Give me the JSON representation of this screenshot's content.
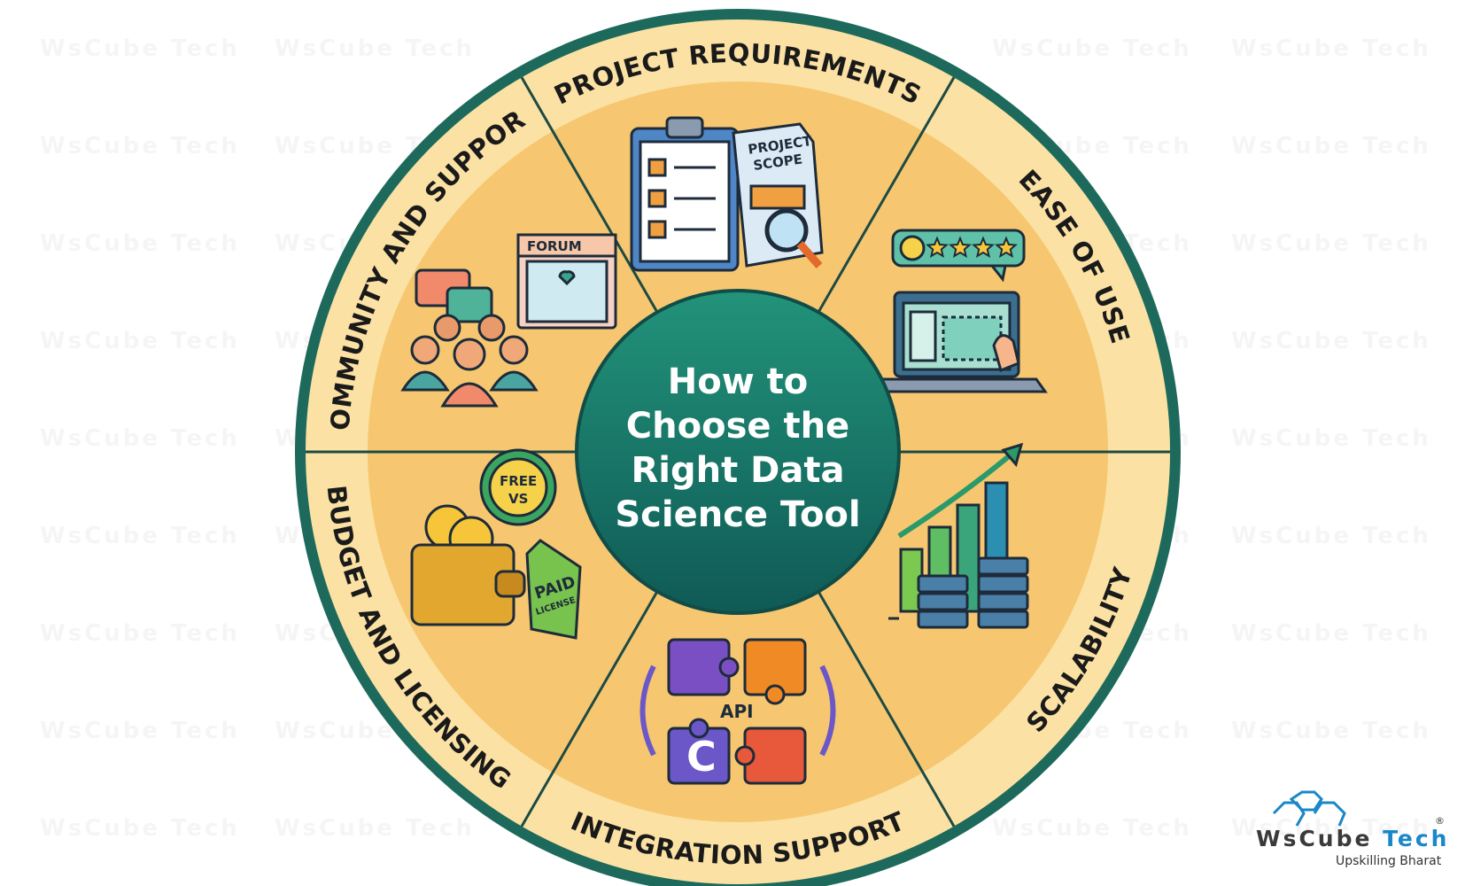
{
  "watermark": "WsCube Tech",
  "center": {
    "title_lines": [
      "How to",
      "Choose the",
      "Right Data",
      "Science Tool"
    ]
  },
  "sections": [
    {
      "label": "PROJECT REQUIREMENTS",
      "icon": "clipboard-checklist-project-scope-magnifier",
      "icon_text": [
        "PROJECT",
        "SCOPE"
      ]
    },
    {
      "label": "EASE OF USE",
      "icon": "laptop-rating-stars-hand-cursor",
      "rating_stars": 4
    },
    {
      "label": "SCALABILITY",
      "icon": "growth-bar-chart-servers"
    },
    {
      "label": "INTEGRATION SUPPORT",
      "icon": "api-puzzle-pieces",
      "icon_text": [
        "API"
      ]
    },
    {
      "label": "BUDGET AND LICENSING",
      "icon": "wallet-coins-free-vs-paid-tag",
      "icon_text": [
        "FREE",
        "VS",
        "PAID",
        "LICENSE"
      ]
    },
    {
      "label": "COMMUNITY AND SUPPORT",
      "icon": "people-chat-forum",
      "icon_text": [
        "FORUM"
      ]
    }
  ],
  "colors": {
    "ring": "#1d6a5c",
    "band": "#fbe2a4",
    "wedge": "#f6c770",
    "center_top": "#22937a",
    "center_bottom": "#0f5a55",
    "logo_blue": "#1a87c9"
  },
  "logo": {
    "name_part1": "WsCube",
    "name_part2": "Tech",
    "tagline": "Upskilling Bharat",
    "registered": "®"
  }
}
